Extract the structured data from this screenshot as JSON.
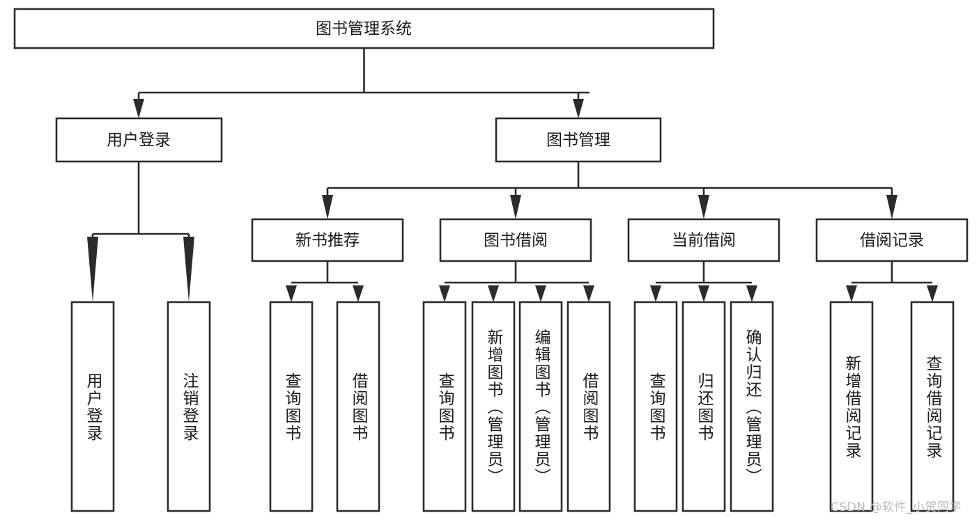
{
  "diagram": {
    "type": "tree-hierarchy",
    "title": "图书管理系统",
    "orientation": "top-down",
    "colors": {
      "box_stroke": "#2b2b2b",
      "box_fill": "#ffffff",
      "text": "#1b1b1b",
      "connector": "#2b2b2b",
      "watermark": "#b9b9b9",
      "background": "#ffffff"
    },
    "root": {
      "label": "图书管理系统"
    },
    "level2": [
      {
        "label": "用户登录"
      },
      {
        "label": "图书管理"
      }
    ],
    "level3": [
      {
        "label": "新书推荐"
      },
      {
        "label": "图书借阅"
      },
      {
        "label": "当前借阅"
      },
      {
        "label": "借阅记录"
      }
    ],
    "leaves": {
      "user_login": [
        {
          "label": "用户登录"
        },
        {
          "label": "注销登录"
        }
      ],
      "new_book_recommend": [
        {
          "label": "查询图书"
        },
        {
          "label": "借阅图书"
        }
      ],
      "book_borrow": [
        {
          "label": "查询图书"
        },
        {
          "label": "新增图书（管理员）"
        },
        {
          "label": "编辑图书（管理员）"
        },
        {
          "label": "借阅图书"
        }
      ],
      "current_borrow": [
        {
          "label": "查询图书"
        },
        {
          "label": "归还图书"
        },
        {
          "label": "确认归还（管理员）"
        }
      ],
      "borrow_record": [
        {
          "label": "新增借阅记录"
        },
        {
          "label": "查询借阅记录"
        }
      ]
    }
  },
  "watermark": {
    "text": "CSDN @软件_小贺同学"
  }
}
